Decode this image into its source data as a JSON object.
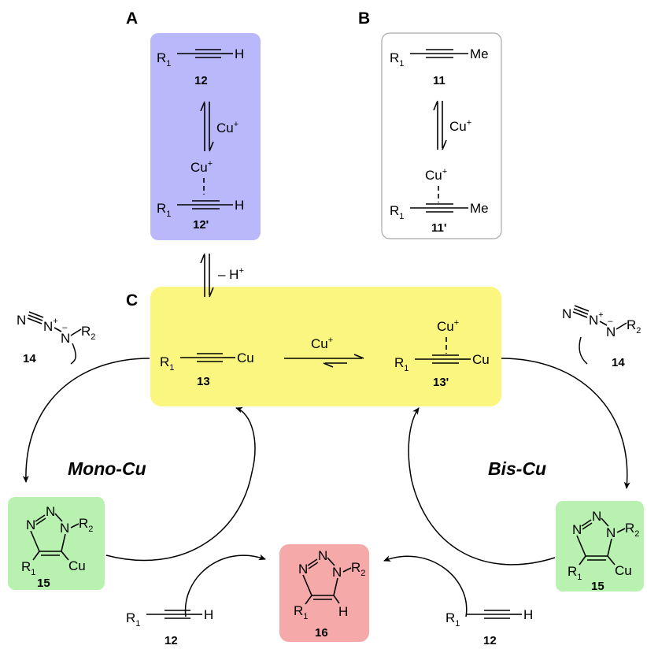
{
  "panels": {
    "A": "A",
    "B": "B",
    "C": "C"
  },
  "mechanisms": {
    "mono": "Mono-Cu",
    "bis": "Bis-Cu"
  },
  "labels": {
    "R1": "R",
    "R2": "R",
    "sub1": "1",
    "sub2": "2",
    "H": "H",
    "Me": "Me",
    "Cu": "Cu",
    "Cu_plus": "Cu",
    "plus": "+",
    "minus": "–",
    "N": "N",
    "deprotonation": "– H",
    "cu_reagent": "Cu"
  },
  "compounds": {
    "c12": "12",
    "c12p": "12'",
    "c11": "11",
    "c11p": "11'",
    "c13": "13",
    "c13p": "13'",
    "c14": "14",
    "c15": "15",
    "c16": "16"
  },
  "colors": {
    "panel_a": "#b9b8fb",
    "panel_c": "#fbf680",
    "triazole_cu": "#b9f1b0",
    "product": "#f5a9a9",
    "panel_b_border": "#a9a9a9"
  }
}
